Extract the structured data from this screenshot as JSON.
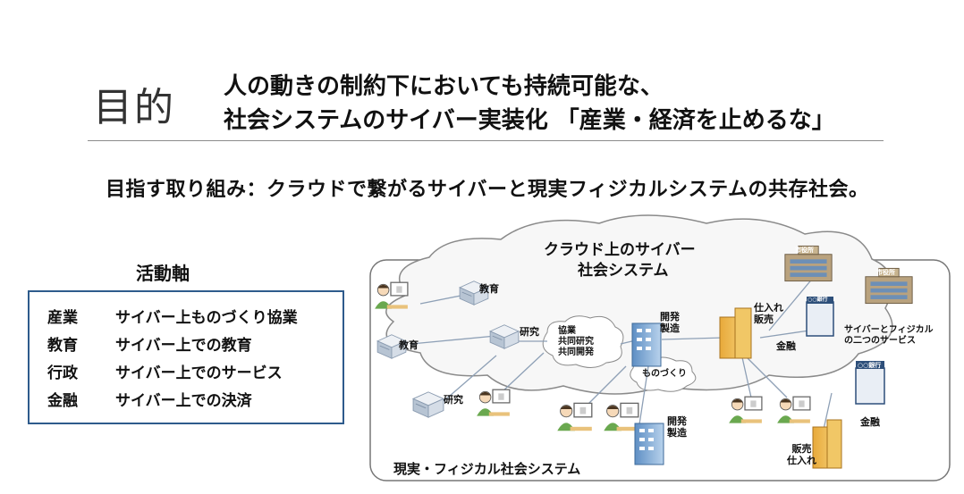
{
  "header": {
    "label": "目的",
    "line1": "人の動きの制約下においても持続可能な、",
    "line2": "社会システムのサイバー実装化 「産業・経済を止めるな」"
  },
  "subtitle": "目指す取り組み：クラウドで繋がるサイバーと現実フィジカルシステムの共存社会。",
  "activity": {
    "title": "活動軸",
    "rows": [
      {
        "key": "産業",
        "value": "サイバー上ものづくり協業"
      },
      {
        "key": "教育",
        "value": "サイバー上での教育"
      },
      {
        "key": "行政",
        "value": "サイバー上でのサービス"
      },
      {
        "key": "金融",
        "value": "サイバー上での決済"
      }
    ]
  },
  "diagram": {
    "cloud_title_1": "クラウド上のサイバー",
    "cloud_title_2": "社会システム",
    "physical_label": "現実・フィジカル社会システム",
    "labels": {
      "education_cloud": "教育",
      "education_real": "教育",
      "research_cloud": "研究",
      "research_real": "研究",
      "collab": "協業\n共同研究\n共同開発",
      "monozukuri": "ものづくり",
      "dev_cloud": "開発\n製造",
      "sales_cloud": "仕入れ\n販売",
      "finance_cloud": "金融",
      "services": "サイバーとフィジカル\nの二つのサービス",
      "city_hall": "市役所",
      "bank_sign": "○○銀行",
      "dev_real": "開発\n製造",
      "finance_real": "金融",
      "sales_real": "販売\n仕入れ"
    }
  }
}
